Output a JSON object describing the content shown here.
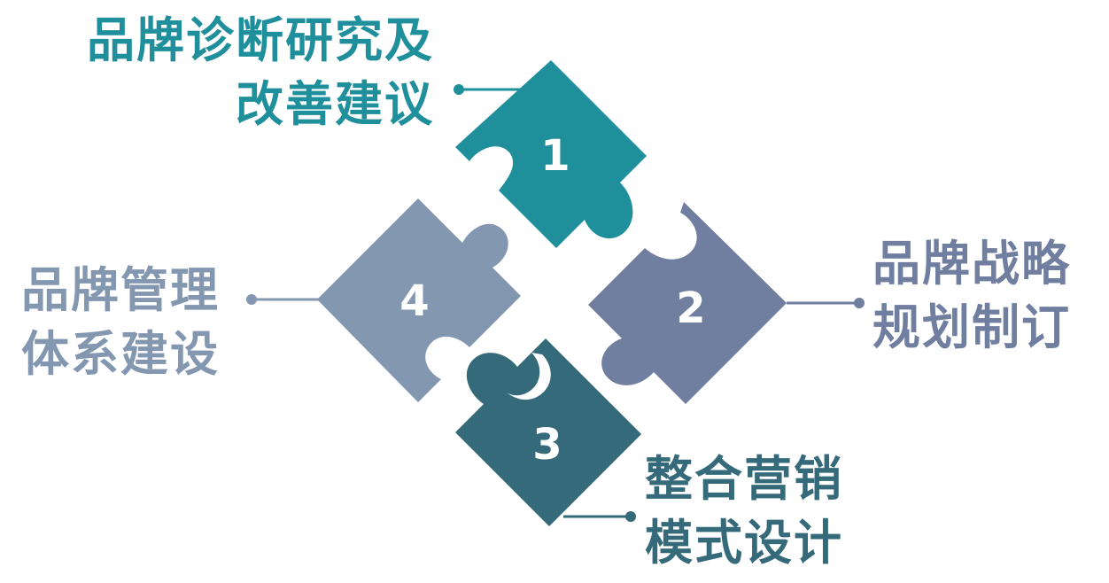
{
  "pieces": [
    {
      "number": "1",
      "label_lines": [
        "品牌诊断研究及",
        "改善建议"
      ],
      "color": "#1f8f9c"
    },
    {
      "number": "2",
      "label_lines": [
        "品牌战略",
        "规划制订"
      ],
      "color": "#707e9f"
    },
    {
      "number": "3",
      "label_lines": [
        "整合营销",
        "模式设计"
      ],
      "color": "#356a7a"
    },
    {
      "number": "4",
      "label_lines": [
        "品牌管理",
        "体系建设"
      ],
      "color": "#8397b0"
    }
  ],
  "connector_color": "#4a5f72"
}
